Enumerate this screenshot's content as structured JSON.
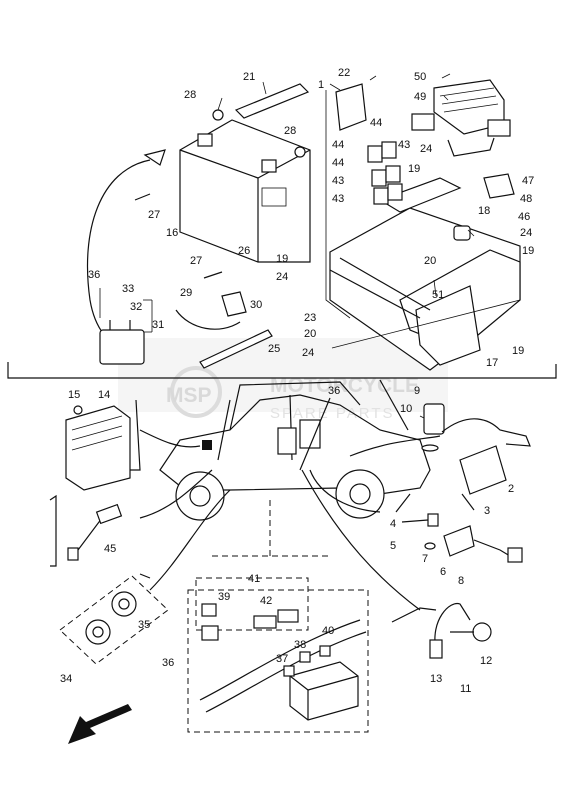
{
  "watermark": {
    "logo_text": "MSP",
    "line1": "MOTORCYCLE",
    "line2": "SPARE PARTS"
  },
  "callouts": [
    {
      "id": "c1",
      "text": "1"
    },
    {
      "id": "c2",
      "text": "2"
    },
    {
      "id": "c3",
      "text": "3"
    },
    {
      "id": "c4",
      "text": "4"
    },
    {
      "id": "c5",
      "text": "5"
    },
    {
      "id": "c6",
      "text": "6"
    },
    {
      "id": "c7",
      "text": "7"
    },
    {
      "id": "c8",
      "text": "8"
    },
    {
      "id": "c9",
      "text": "9"
    },
    {
      "id": "c10",
      "text": "10"
    },
    {
      "id": "c11",
      "text": "11"
    },
    {
      "id": "c12",
      "text": "12"
    },
    {
      "id": "c13",
      "text": "13"
    },
    {
      "id": "c14",
      "text": "14"
    },
    {
      "id": "c15",
      "text": "15"
    },
    {
      "id": "c16",
      "text": "16"
    },
    {
      "id": "c17",
      "text": "17"
    },
    {
      "id": "c18",
      "text": "18"
    },
    {
      "id": "c19a",
      "text": "19"
    },
    {
      "id": "c19b",
      "text": "19"
    },
    {
      "id": "c19c",
      "text": "19"
    },
    {
      "id": "c19d",
      "text": "19"
    },
    {
      "id": "c20a",
      "text": "20"
    },
    {
      "id": "c20b",
      "text": "20"
    },
    {
      "id": "c21",
      "text": "21"
    },
    {
      "id": "c22",
      "text": "22"
    },
    {
      "id": "c23",
      "text": "23"
    },
    {
      "id": "c24a",
      "text": "24"
    },
    {
      "id": "c24b",
      "text": "24"
    },
    {
      "id": "c24c",
      "text": "24"
    },
    {
      "id": "c24d",
      "text": "24"
    },
    {
      "id": "c25",
      "text": "25"
    },
    {
      "id": "c26",
      "text": "26"
    },
    {
      "id": "c27a",
      "text": "27"
    },
    {
      "id": "c27b",
      "text": "27"
    },
    {
      "id": "c28a",
      "text": "28"
    },
    {
      "id": "c28b",
      "text": "28"
    },
    {
      "id": "c29",
      "text": "29"
    },
    {
      "id": "c30",
      "text": "30"
    },
    {
      "id": "c31",
      "text": "31"
    },
    {
      "id": "c32",
      "text": "32"
    },
    {
      "id": "c33",
      "text": "33"
    },
    {
      "id": "c34",
      "text": "34"
    },
    {
      "id": "c35",
      "text": "35"
    },
    {
      "id": "c36a",
      "text": "36"
    },
    {
      "id": "c36b",
      "text": "36"
    },
    {
      "id": "c36c",
      "text": "36"
    },
    {
      "id": "c37",
      "text": "37"
    },
    {
      "id": "c38",
      "text": "38"
    },
    {
      "id": "c39",
      "text": "39"
    },
    {
      "id": "c40",
      "text": "40"
    },
    {
      "id": "c41",
      "text": "41"
    },
    {
      "id": "c42",
      "text": "42"
    },
    {
      "id": "c43a",
      "text": "43"
    },
    {
      "id": "c43b",
      "text": "43"
    },
    {
      "id": "c43c",
      "text": "43"
    },
    {
      "id": "c44a",
      "text": "44"
    },
    {
      "id": "c44b",
      "text": "44"
    },
    {
      "id": "c44c",
      "text": "44"
    },
    {
      "id": "c45",
      "text": "45"
    },
    {
      "id": "c46",
      "text": "46"
    },
    {
      "id": "c47",
      "text": "47"
    },
    {
      "id": "c48",
      "text": "48"
    },
    {
      "id": "c49",
      "text": "49"
    },
    {
      "id": "c50",
      "text": "50"
    },
    {
      "id": "c51",
      "text": "51"
    }
  ]
}
